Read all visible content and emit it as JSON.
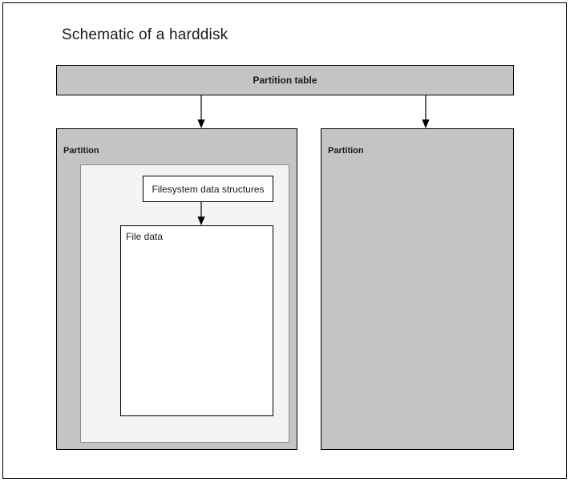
{
  "page": {
    "title": "Schematic of a harddisk",
    "background_color": "#ffffff",
    "border_color": "#000000"
  },
  "colors": {
    "partition_fill": "#c4c4c4",
    "filesystem_area_fill": "#f4f4f4",
    "box_fill": "#ffffff",
    "stroke": "#000000",
    "soft_stroke": "#8c8c8c",
    "text": "#1a1a1a"
  },
  "diagram": {
    "type": "block-diagram",
    "partition_table": {
      "label": "Partition table"
    },
    "partitions": [
      {
        "label": "Partition",
        "filesystem": {
          "structures_label": "Filesystem data structures",
          "file_data_label": "File data"
        }
      },
      {
        "label": "Partition",
        "filesystem": null
      }
    ],
    "arrows": [
      {
        "name": "partition-table-to-partition-left",
        "from": "Partition table",
        "to": "Partition"
      },
      {
        "name": "partition-table-to-partition-right",
        "from": "Partition table",
        "to": "Partition"
      },
      {
        "name": "filesystem-structures-to-file-data",
        "from": "Filesystem data structures",
        "to": "File data"
      }
    ]
  }
}
